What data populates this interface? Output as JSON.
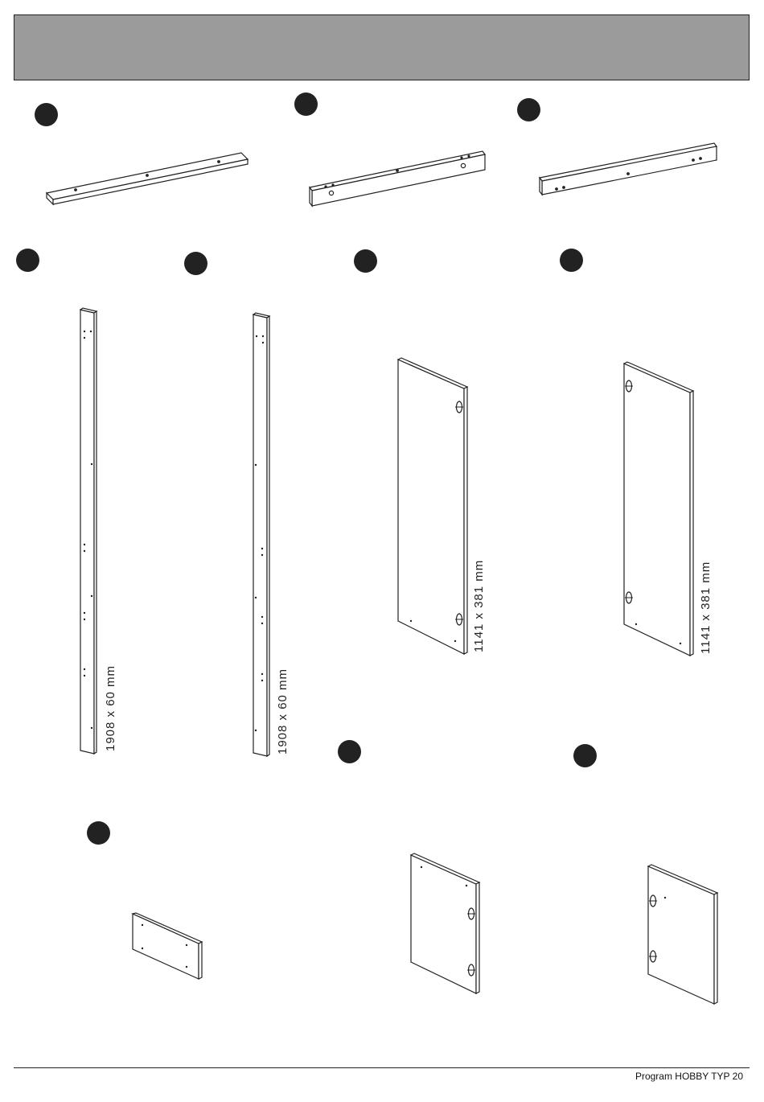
{
  "header": {
    "fill_color": "#9b9b9b"
  },
  "parts": {
    "rail_top_dim": "",
    "post_1_dim": "1908 x 60 mm",
    "post_2_dim": "1908 x 60 mm",
    "panel_1_dim": "1141 x 381 mm",
    "panel_2_dim": "1141 x 381 mm"
  },
  "footer": {
    "program_label": "Program HOBBY TYP 20"
  }
}
